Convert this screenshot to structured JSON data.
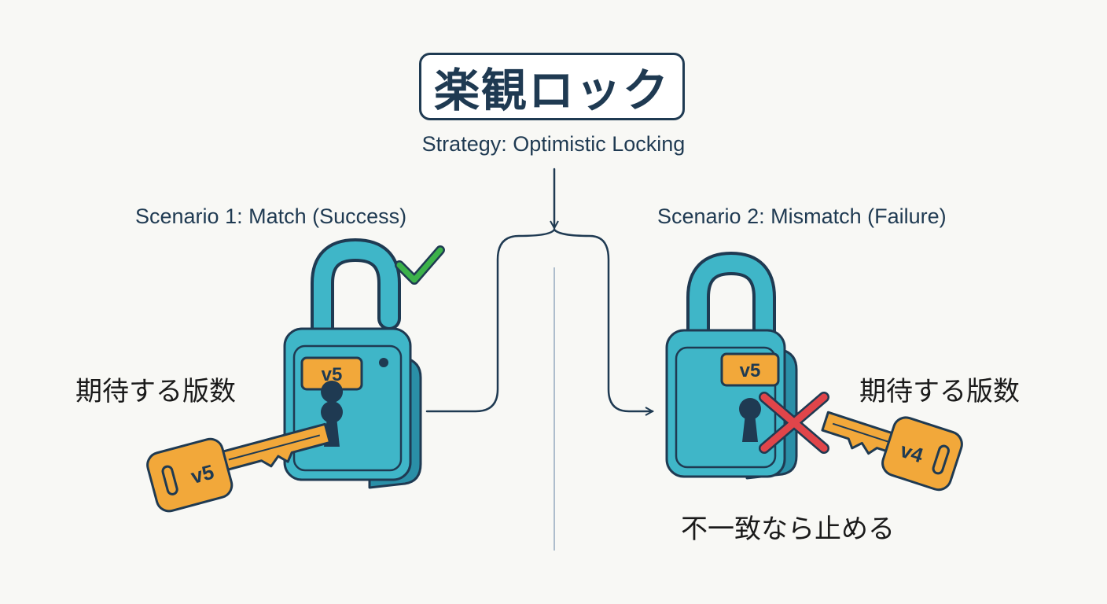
{
  "title": "楽観ロック",
  "subtitle": "Strategy: Optimistic Locking",
  "scenario1": {
    "heading": "Scenario 1: Match (Success)",
    "label": "期待する版数",
    "lock_version": "v5",
    "key_version": "v5"
  },
  "scenario2": {
    "heading": "Scenario 2: Mismatch (Failure)",
    "label": "期待する版数",
    "lock_version": "v5",
    "key_version": "v4",
    "result": "不一致なら止める"
  },
  "colors": {
    "lock_body": "#3fb6c8",
    "lock_dark": "#1f3a52",
    "tag_orange": "#f2a83a",
    "check_green": "#3cb24a",
    "cross_red": "#e0454a",
    "divider": "#aebdcc"
  },
  "icons": [
    "padlock-open-icon",
    "padlock-closed-icon",
    "key-icon",
    "checkmark-icon",
    "cross-icon",
    "arrow-icon"
  ]
}
